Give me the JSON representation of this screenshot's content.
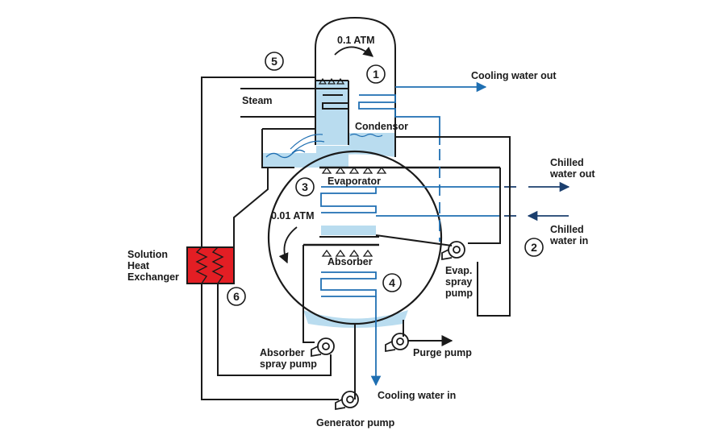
{
  "labels": {
    "pressure_top": "0.1 ATM",
    "pressure_bottom": "0.01 ATM",
    "steam": "Steam",
    "condensor": "Condensor",
    "evaporator": "Evaporator",
    "absorber": "Absorber",
    "cooling_water_out": "Cooling water out",
    "cooling_water_in": "Cooling water in",
    "chilled_water_out_1": "Chilled",
    "chilled_water_out_2": "water out",
    "chilled_water_in_1": "Chilled",
    "chilled_water_in_2": "water in",
    "solution_hx_1": "Solution",
    "solution_hx_2": "Heat",
    "solution_hx_3": "Exchanger",
    "evap_spray_1": "Evap.",
    "evap_spray_2": "spray",
    "evap_spray_3": "pump",
    "absorber_spray_1": "Absorber",
    "absorber_spray_2": "spray pump",
    "purge_pump": "Purge pump",
    "generator_pump": "Generator pump"
  },
  "markers": [
    "1",
    "2",
    "3",
    "4",
    "5",
    "6"
  ],
  "colors": {
    "line": "#1a1a1a",
    "water_blue": "#1f6fb2",
    "liquid_fill": "#b9dcef",
    "heat_exchanger": "#e31e24"
  }
}
